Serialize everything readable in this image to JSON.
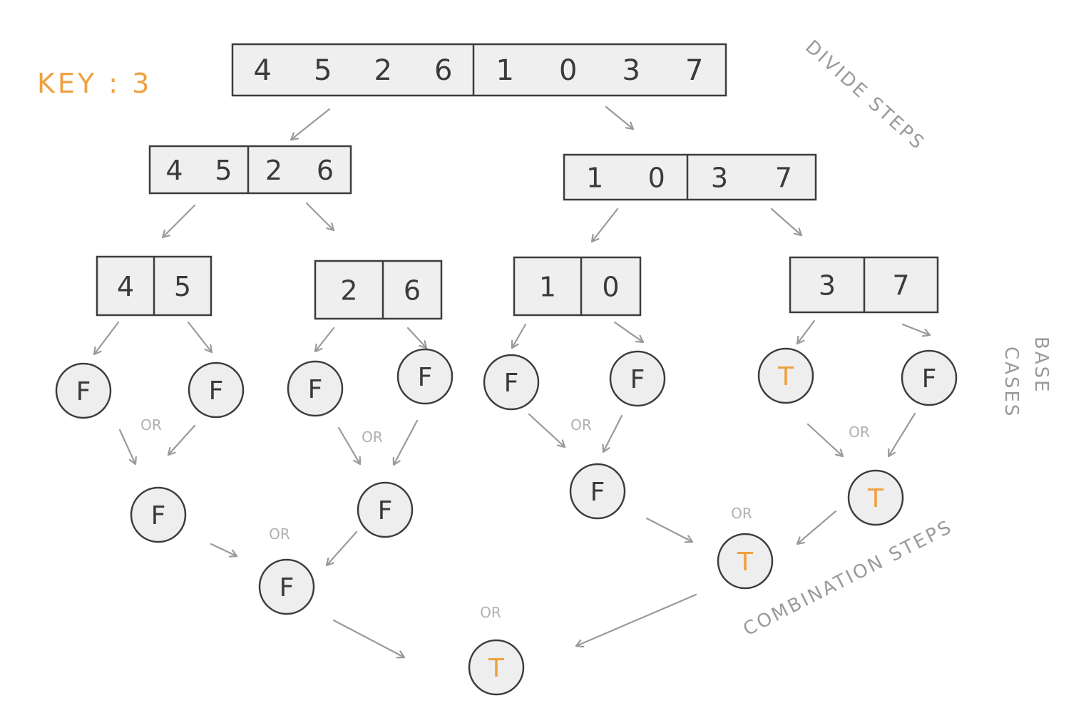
{
  "key": {
    "text": "KEY : 3",
    "color": "#f0a040"
  },
  "annotations": {
    "divide_steps": "DIVIDE STEPS",
    "base_cases_line1": "BASE",
    "base_cases_line2": "CASES",
    "combination_steps": "COMBINATION STEPS"
  },
  "colors": {
    "true_value": "#f0a040",
    "false_value": "#3a3a3a",
    "arrow": "#9a9a9a",
    "outline": "#3c3c3c",
    "fill": "#eeeeee"
  },
  "boxes": [
    {
      "id": "root",
      "groups": [
        [
          "4",
          "5",
          "2",
          "6"
        ],
        [
          "1",
          "0",
          "3",
          "7"
        ]
      ]
    },
    {
      "id": "L",
      "groups": [
        [
          "4",
          "5"
        ],
        [
          "2",
          "6"
        ]
      ]
    },
    {
      "id": "R",
      "groups": [
        [
          "1",
          "0"
        ],
        [
          "3",
          "7"
        ]
      ]
    },
    {
      "id": "LL",
      "groups": [
        [
          "4"
        ],
        [
          "5"
        ]
      ]
    },
    {
      "id": "LR",
      "groups": [
        [
          "2"
        ],
        [
          "6"
        ]
      ]
    },
    {
      "id": "RL",
      "groups": [
        [
          "1"
        ],
        [
          "0"
        ]
      ]
    },
    {
      "id": "RR",
      "groups": [
        [
          "3"
        ],
        [
          "7"
        ]
      ]
    }
  ],
  "base_cases": [
    "F",
    "F",
    "F",
    "F",
    "F",
    "F",
    "T",
    "F"
  ],
  "level1_results": [
    "F",
    "F",
    "F",
    "T"
  ],
  "level2_results": [
    "F",
    "T"
  ],
  "final_result": "T",
  "operator": "OR"
}
